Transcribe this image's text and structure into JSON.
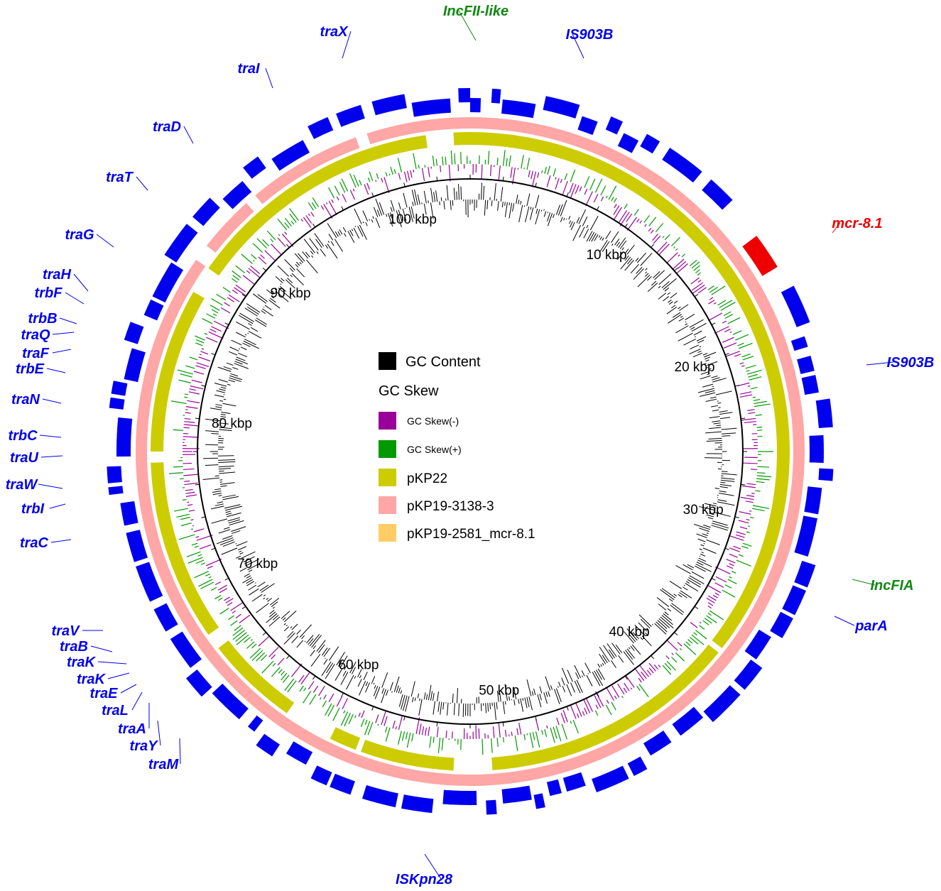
{
  "plasmid": {
    "length_kbp": 104
  },
  "scale_labels": [
    {
      "kbp": 100,
      "text": "100 kbp"
    },
    {
      "kbp": 10,
      "text": "10 kbp"
    },
    {
      "kbp": 20,
      "text": "20 kbp"
    },
    {
      "kbp": 30,
      "text": "30 kbp"
    },
    {
      "kbp": 40,
      "text": "40 kbp"
    },
    {
      "kbp": 50,
      "text": "50 kbp"
    },
    {
      "kbp": 60,
      "text": "60 kbp"
    },
    {
      "kbp": 70,
      "text": "70 kbp"
    },
    {
      "kbp": 80,
      "text": "80 kbp"
    },
    {
      "kbp": 90,
      "text": "90 kbp"
    }
  ],
  "colors": {
    "cds": "#0000ee",
    "mcr": "#ee0000",
    "gc_content": "#000000",
    "gc_skew_neg": "#990099",
    "gc_skew_pos": "#009900",
    "pKP22": "#cccc00",
    "pKP19_3138_3": "#ffa6a6",
    "pKP19_2581": "#ffcc66",
    "label_gene": "#0000ee",
    "label_replicon": "#118811",
    "label_mcr": "#ee0000"
  },
  "legend": {
    "gc_content": "GC Content",
    "gc_skew": "GC Skew",
    "gc_skew_neg": "GC Skew(-)",
    "gc_skew_pos": "GC Skew(+)",
    "pKP22": "pKP22",
    "pKP19_3138_3": "pKP19-3138-3",
    "pKP19_2581": "pKP19-2581_mcr-8.1"
  },
  "gene_labels": [
    {
      "text": "IncFII-like",
      "kind": "replicon"
    },
    {
      "text": "IS903B",
      "kind": "gene"
    },
    {
      "text": "mcr-8.1",
      "kind": "mcr"
    },
    {
      "text": "IS903B",
      "kind": "gene"
    },
    {
      "text": "IncFIA",
      "kind": "replicon"
    },
    {
      "text": "parA",
      "kind": "gene"
    },
    {
      "text": "ISKpn28",
      "kind": "gene"
    },
    {
      "text": "traM",
      "kind": "gene"
    },
    {
      "text": "traY",
      "kind": "gene"
    },
    {
      "text": "traA",
      "kind": "gene"
    },
    {
      "text": "traL",
      "kind": "gene"
    },
    {
      "text": "traE",
      "kind": "gene"
    },
    {
      "text": "traK",
      "kind": "gene"
    },
    {
      "text": "traK",
      "kind": "gene"
    },
    {
      "text": "traB",
      "kind": "gene"
    },
    {
      "text": "traV",
      "kind": "gene"
    },
    {
      "text": "traC",
      "kind": "gene"
    },
    {
      "text": "trbI",
      "kind": "gene"
    },
    {
      "text": "traW",
      "kind": "gene"
    },
    {
      "text": "traU",
      "kind": "gene"
    },
    {
      "text": "trbC",
      "kind": "gene"
    },
    {
      "text": "traN",
      "kind": "gene"
    },
    {
      "text": "trbE",
      "kind": "gene"
    },
    {
      "text": "traF",
      "kind": "gene"
    },
    {
      "text": "traQ",
      "kind": "gene"
    },
    {
      "text": "trbB",
      "kind": "gene"
    },
    {
      "text": "trbF",
      "kind": "gene"
    },
    {
      "text": "traH",
      "kind": "gene"
    },
    {
      "text": "traG",
      "kind": "gene"
    },
    {
      "text": "traT",
      "kind": "gene"
    },
    {
      "text": "traD",
      "kind": "gene"
    },
    {
      "text": "traI",
      "kind": "gene"
    },
    {
      "text": "traX",
      "kind": "gene"
    }
  ]
}
